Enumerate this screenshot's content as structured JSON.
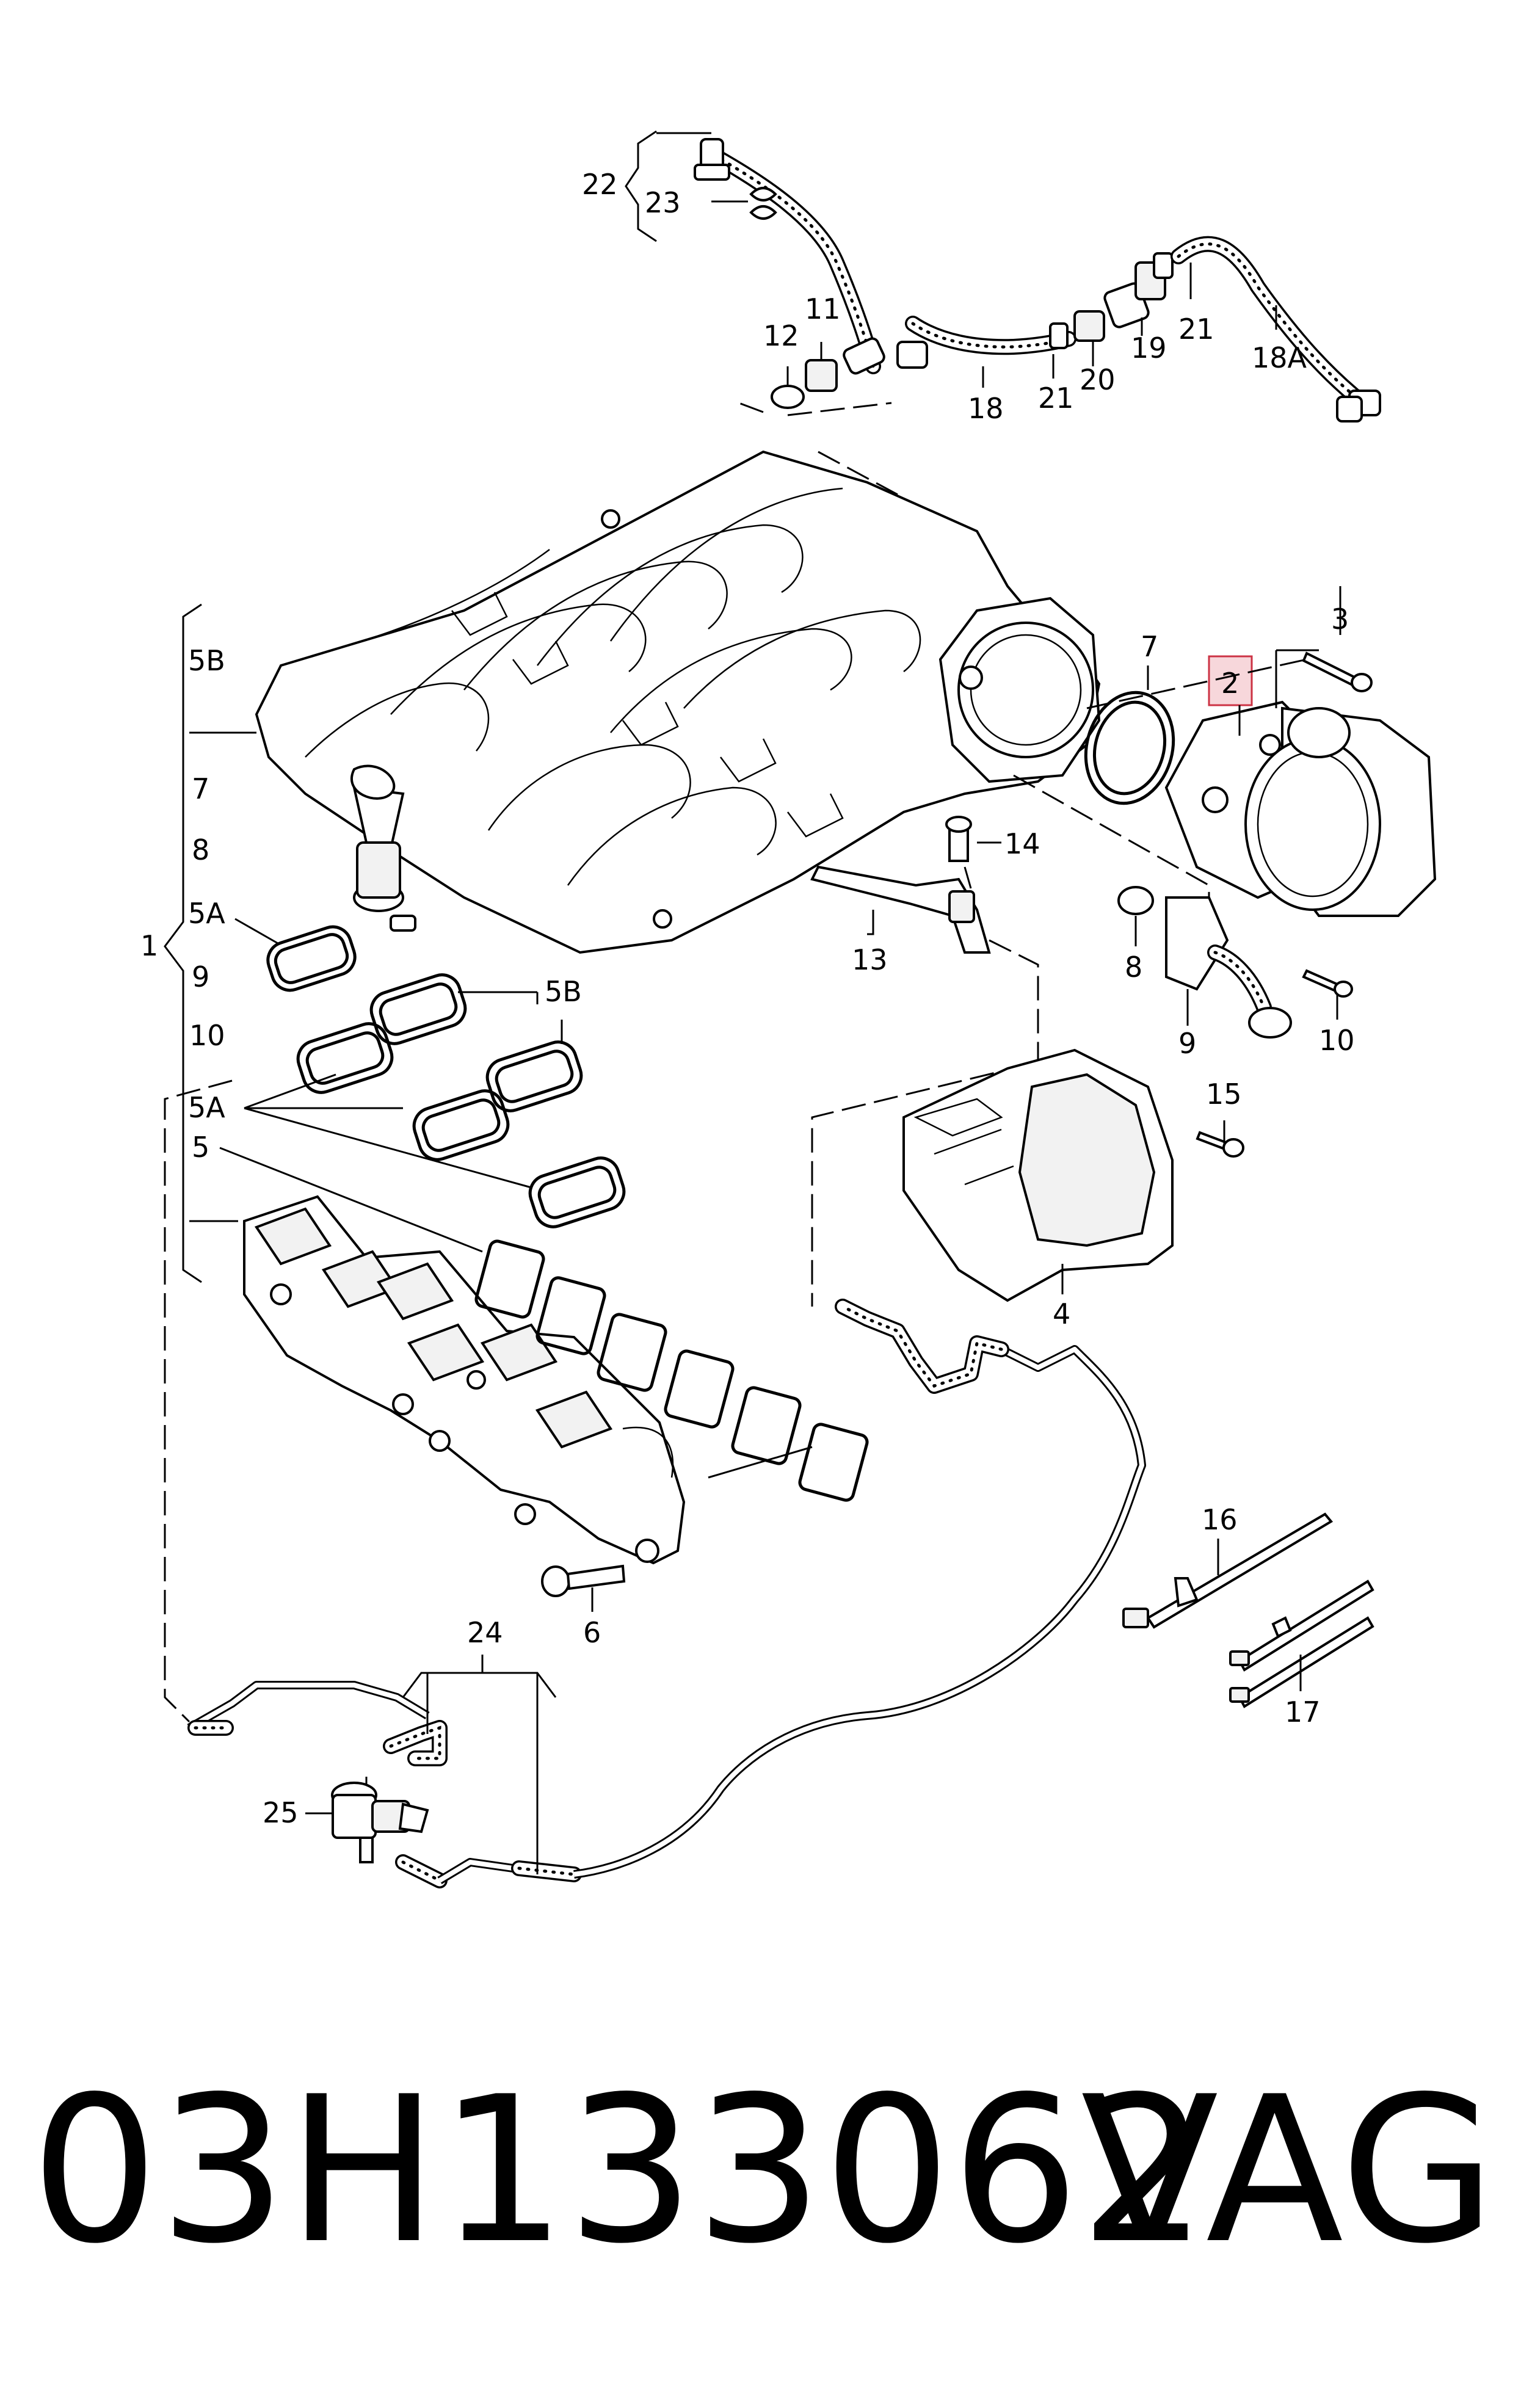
{
  "part_number": "03H133062",
  "brand": "VAG",
  "callouts": {
    "c1": "1",
    "c2": "2",
    "c3": "3",
    "c4": "4",
    "c5": "5",
    "c5a_left": "5A",
    "c5a_mid": "5A",
    "c5b_top": "5B",
    "c5b_right": "5B",
    "c6": "6",
    "c7_left": "7",
    "c7_right": "7",
    "c8_left": "8",
    "c8_right": "8",
    "c9_left": "9",
    "c9_right": "9",
    "c10_left": "10",
    "c10_right": "10",
    "c11": "11",
    "c12": "12",
    "c13": "13",
    "c14": "14",
    "c15": "15",
    "c16": "16",
    "c17": "17",
    "c18": "18",
    "c18a": "18A",
    "c19": "19",
    "c20": "20",
    "c21_left": "21",
    "c21_right": "21",
    "c22": "22",
    "c23": "23",
    "c24": "24",
    "c25": "25"
  },
  "highlight_color": "#f7d7db"
}
